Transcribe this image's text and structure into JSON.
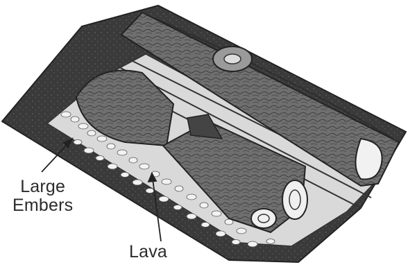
{
  "labels": {
    "large_embers_line1": "Large",
    "large_embers_line2": "Embers",
    "lava": "Lava"
  }
}
